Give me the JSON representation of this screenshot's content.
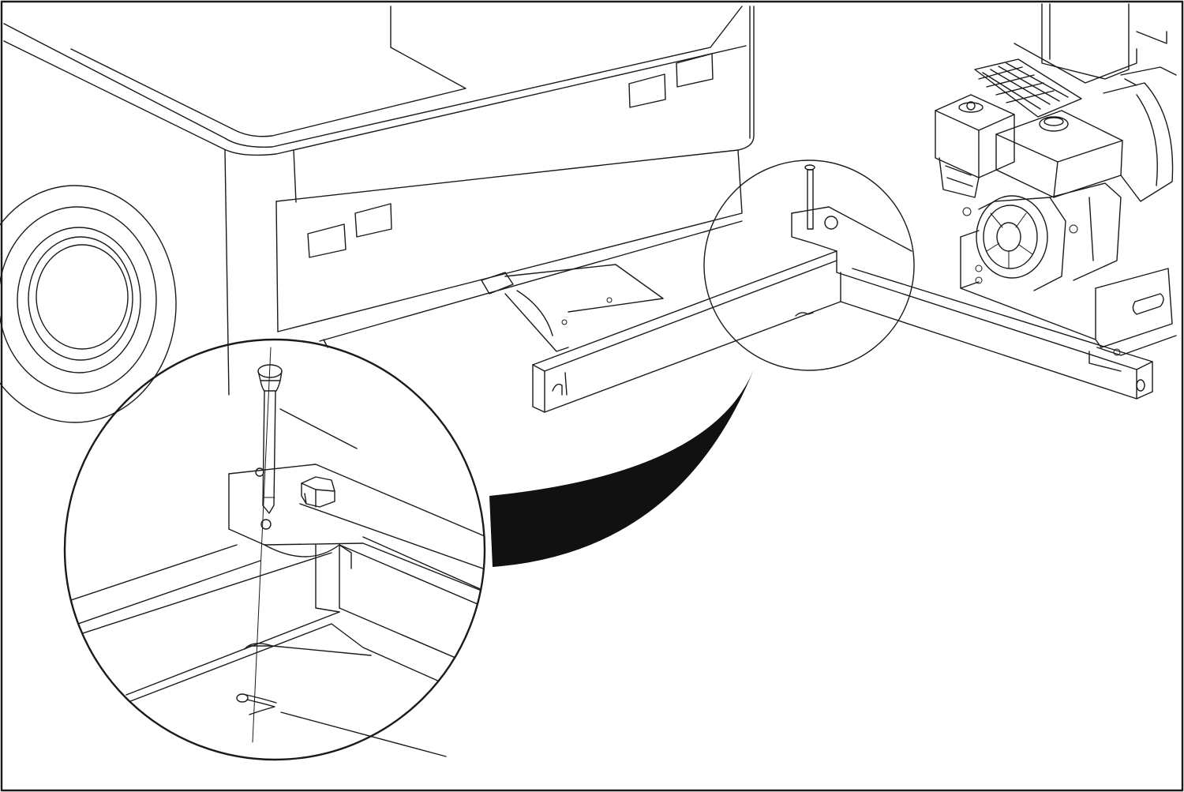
{
  "figure": {
    "colors": {
      "line": "#1a1a1a",
      "background": "#ffffff",
      "callout": "#111111"
    },
    "parts": [
      {
        "id": "trailer",
        "icon": "trailer-body-icon"
      },
      {
        "id": "engine",
        "icon": "engine-icon"
      },
      {
        "id": "hitch-tongue",
        "icon": "tongue-frame-icon"
      },
      {
        "id": "hitch-pin",
        "icon": "hitch-pin-icon"
      },
      {
        "id": "hairpin-clip",
        "icon": "hairpin-clip-icon"
      },
      {
        "id": "bolt",
        "icon": "hex-bolt-icon"
      }
    ]
  }
}
